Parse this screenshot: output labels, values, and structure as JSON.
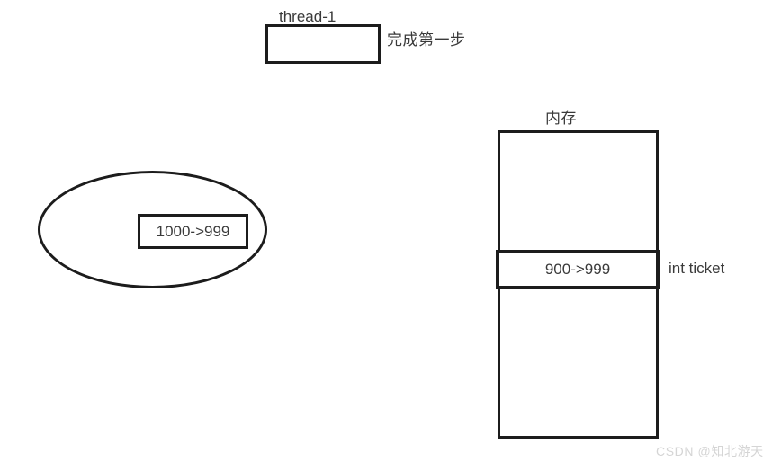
{
  "diagram": {
    "thread": {
      "title": "thread-1",
      "note": "完成第一步"
    },
    "stack": {
      "local_value": "1000->999"
    },
    "memory": {
      "title": "内存",
      "ticket_value": "900->999",
      "ticket_note": "int ticket"
    },
    "watermark": "CSDN @知北游天",
    "colors": {
      "stroke": "#1c1c1c",
      "text": "#3a3a3a",
      "background": "#ffffff",
      "watermark": "#d5d5d5"
    }
  }
}
